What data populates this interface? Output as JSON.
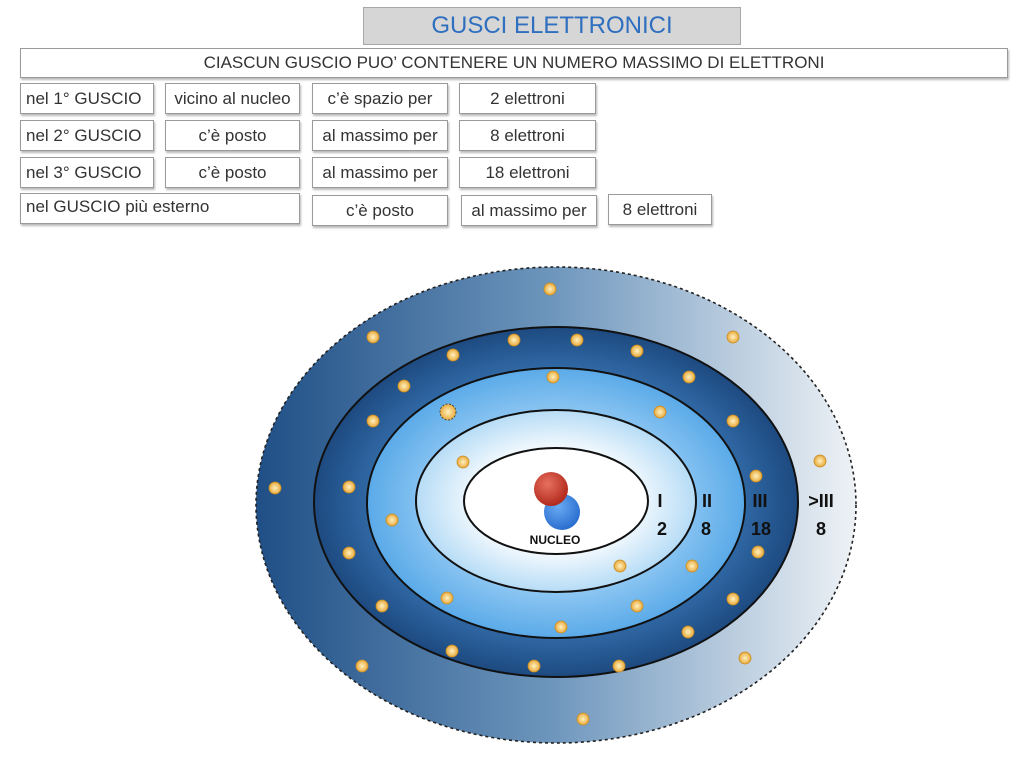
{
  "header": {
    "title": "GUSCI ELETTRONICI",
    "subtitle": "CIASCUN GUSCIO PUO’ CONTENERE UN NUMERO MASSIMO DI ELETTRONI"
  },
  "table": {
    "rows": [
      {
        "cells": [
          "nel 1° GUSCIO",
          "vicino al nucleo",
          "c’è spazio per",
          "2 elettroni"
        ]
      },
      {
        "cells": [
          "nel 2° GUSCIO",
          "c’è posto",
          "al massimo per",
          "8 elettroni"
        ]
      },
      {
        "cells": [
          "nel 3° GUSCIO",
          "c’è posto",
          "al massimo per",
          "18 elettroni"
        ]
      },
      {
        "cells": [
          "nel GUSCIO più esterno",
          "c’è posto",
          "al massimo per",
          "8 elettroni"
        ]
      }
    ]
  },
  "diagram": {
    "nucleus_label": "NUCLEO",
    "shells": [
      {
        "numeral": "I",
        "capacity": "2"
      },
      {
        "numeral": "II",
        "capacity": "8"
      },
      {
        "numeral": "III",
        "capacity": "18"
      },
      {
        "numeral": ">III",
        "capacity": "8"
      }
    ],
    "colors": {
      "proton": "#c8382a",
      "neutron": "#3a82e0",
      "shell_dark": "#1f4f86",
      "shell_light": "#6ab4f0",
      "electron": "#f0c060"
    }
  }
}
